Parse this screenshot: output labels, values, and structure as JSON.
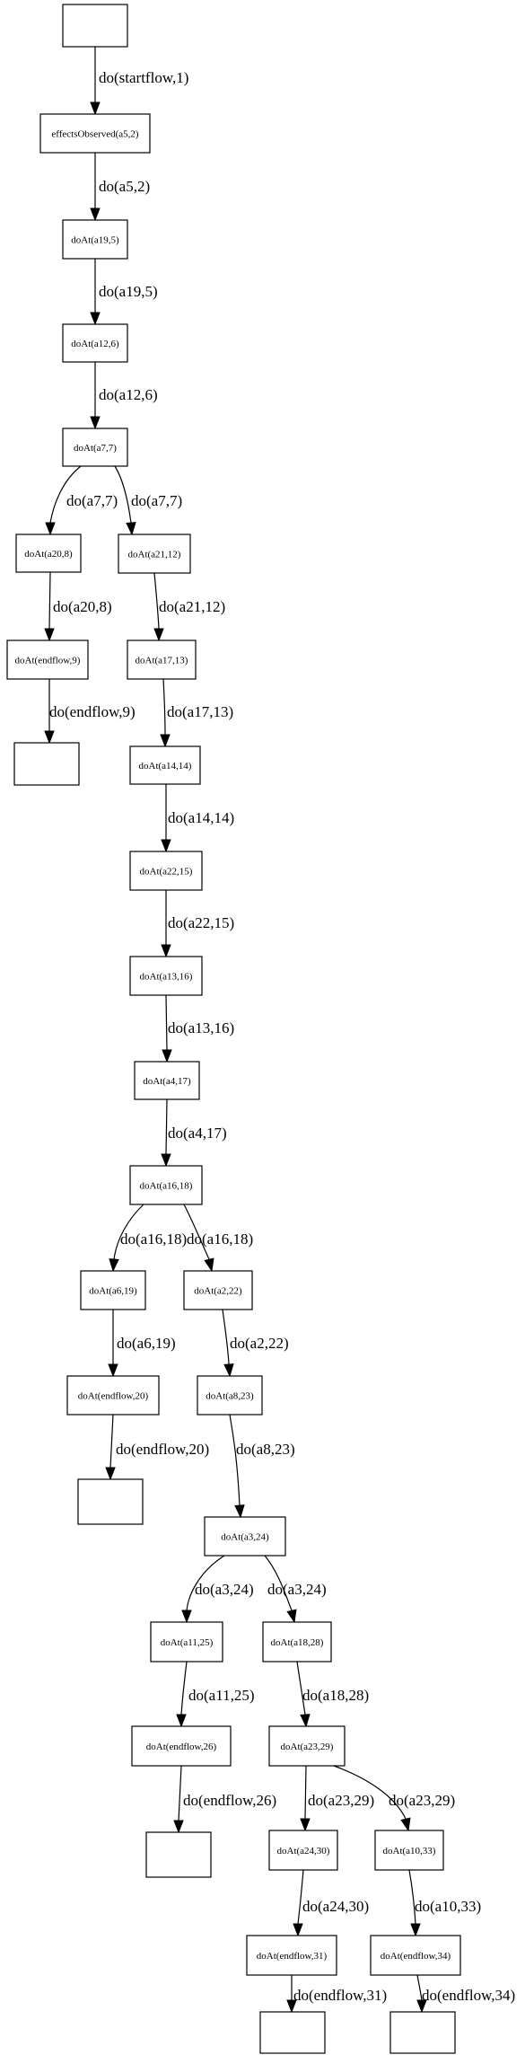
{
  "diagram": {
    "nodes": [
      {
        "id": "n0",
        "label": ""
      },
      {
        "id": "n1",
        "label": "effectsObserved(a5,2)"
      },
      {
        "id": "n2",
        "label": "doAt(a19,5)"
      },
      {
        "id": "n3",
        "label": "doAt(a12,6)"
      },
      {
        "id": "n4",
        "label": "doAt(a7,7)"
      },
      {
        "id": "n5",
        "label": "doAt(a20,8)"
      },
      {
        "id": "n6",
        "label": "doAt(a21,12)"
      },
      {
        "id": "n7",
        "label": "doAt(endflow,9)"
      },
      {
        "id": "n8",
        "label": "doAt(a17,13)"
      },
      {
        "id": "n9",
        "label": ""
      },
      {
        "id": "n10",
        "label": "doAt(a14,14)"
      },
      {
        "id": "n11",
        "label": "doAt(a22,15)"
      },
      {
        "id": "n12",
        "label": "doAt(a13,16)"
      },
      {
        "id": "n13",
        "label": "doAt(a4,17)"
      },
      {
        "id": "n14",
        "label": "doAt(a16,18)"
      },
      {
        "id": "n15",
        "label": "doAt(a6,19)"
      },
      {
        "id": "n16",
        "label": "doAt(a2,22)"
      },
      {
        "id": "n17",
        "label": "doAt(endflow,20)"
      },
      {
        "id": "n18",
        "label": "doAt(a8,23)"
      },
      {
        "id": "n19",
        "label": ""
      },
      {
        "id": "n20",
        "label": "doAt(a3,24)"
      },
      {
        "id": "n21",
        "label": "doAt(a11,25)"
      },
      {
        "id": "n22",
        "label": "doAt(a18,28)"
      },
      {
        "id": "n23",
        "label": "doAt(endflow,26)"
      },
      {
        "id": "n24",
        "label": "doAt(a23,29)"
      },
      {
        "id": "n25",
        "label": ""
      },
      {
        "id": "n26",
        "label": "doAt(a24,30)"
      },
      {
        "id": "n27",
        "label": "doAt(a10,33)"
      },
      {
        "id": "n28",
        "label": "doAt(endflow,31)"
      },
      {
        "id": "n29",
        "label": "doAt(endflow,34)"
      },
      {
        "id": "n30",
        "label": ""
      },
      {
        "id": "n31",
        "label": ""
      }
    ],
    "edges": [
      {
        "from": "n0",
        "to": "n1",
        "label": "do(startflow,1)"
      },
      {
        "from": "n1",
        "to": "n2",
        "label": "do(a5,2)"
      },
      {
        "from": "n2",
        "to": "n3",
        "label": "do(a19,5)"
      },
      {
        "from": "n3",
        "to": "n4",
        "label": "do(a12,6)"
      },
      {
        "from": "n4",
        "to": "n5",
        "label": "do(a7,7)"
      },
      {
        "from": "n4",
        "to": "n6",
        "label": "do(a7,7)"
      },
      {
        "from": "n5",
        "to": "n7",
        "label": "do(a20,8)"
      },
      {
        "from": "n6",
        "to": "n8",
        "label": "do(a21,12)"
      },
      {
        "from": "n7",
        "to": "n9",
        "label": "do(endflow,9)"
      },
      {
        "from": "n8",
        "to": "n10",
        "label": "do(a17,13)"
      },
      {
        "from": "n10",
        "to": "n11",
        "label": "do(a14,14)"
      },
      {
        "from": "n11",
        "to": "n12",
        "label": "do(a22,15)"
      },
      {
        "from": "n12",
        "to": "n13",
        "label": "do(a13,16)"
      },
      {
        "from": "n13",
        "to": "n14",
        "label": "do(a4,17)"
      },
      {
        "from": "n14",
        "to": "n15",
        "label": "do(a16,18)"
      },
      {
        "from": "n14",
        "to": "n16",
        "label": "do(a16,18)"
      },
      {
        "from": "n15",
        "to": "n17",
        "label": "do(a6,19)"
      },
      {
        "from": "n16",
        "to": "n18",
        "label": "do(a2,22)"
      },
      {
        "from": "n17",
        "to": "n19",
        "label": "do(endflow,20)"
      },
      {
        "from": "n18",
        "to": "n20",
        "label": "do(a8,23)"
      },
      {
        "from": "n20",
        "to": "n21",
        "label": "do(a3,24)"
      },
      {
        "from": "n20",
        "to": "n22",
        "label": "do(a3,24)"
      },
      {
        "from": "n21",
        "to": "n23",
        "label": "do(a11,25)"
      },
      {
        "from": "n22",
        "to": "n24",
        "label": "do(a18,28)"
      },
      {
        "from": "n23",
        "to": "n25",
        "label": "do(endflow,26)"
      },
      {
        "from": "n24",
        "to": "n26",
        "label": "do(a23,29)"
      },
      {
        "from": "n24",
        "to": "n27",
        "label": "do(a23,29)"
      },
      {
        "from": "n26",
        "to": "n28",
        "label": "do(a24,30)"
      },
      {
        "from": "n27",
        "to": "n29",
        "label": "do(a10,33)"
      },
      {
        "from": "n28",
        "to": "n30",
        "label": "do(endflow,31)"
      },
      {
        "from": "n29",
        "to": "n31",
        "label": "do(endflow,34)"
      }
    ]
  }
}
